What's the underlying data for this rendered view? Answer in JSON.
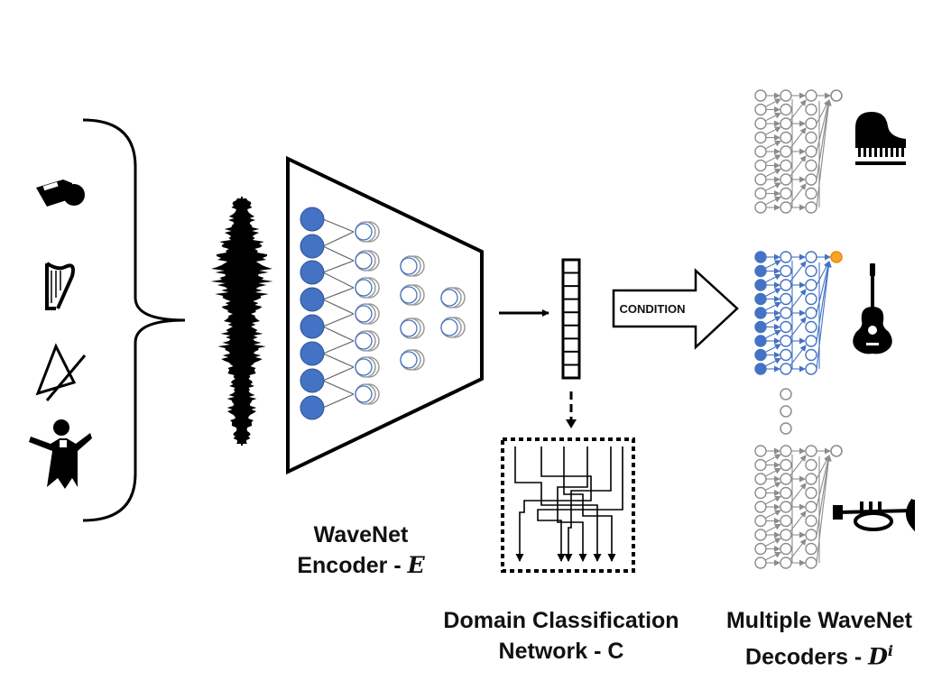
{
  "arrow_condition_label": "CONDITION",
  "encoder_label": {
    "line1": "WaveNet",
    "line2_text": "Encoder - ",
    "line2_symbol": "E"
  },
  "classifier_label": {
    "line1": "Domain Classification",
    "line2": "Network - C"
  },
  "decoders_label": {
    "line1": "Multiple WaveNet",
    "line2_text": "Decoders - ",
    "symbol_base": "D",
    "symbol_sup": "i"
  },
  "input_instruments": [
    "whistle-icon",
    "harp-icon",
    "triangle-icon",
    "conductor-icon"
  ],
  "decoder_instruments": [
    "piano-icon",
    "guitar-icon",
    "trumpet-icon"
  ],
  "colors": {
    "highlight_blue": "#4472c4",
    "inactive_gray": "#8c8c8c",
    "output_orange": "#f5a623",
    "ink": "#000000"
  }
}
